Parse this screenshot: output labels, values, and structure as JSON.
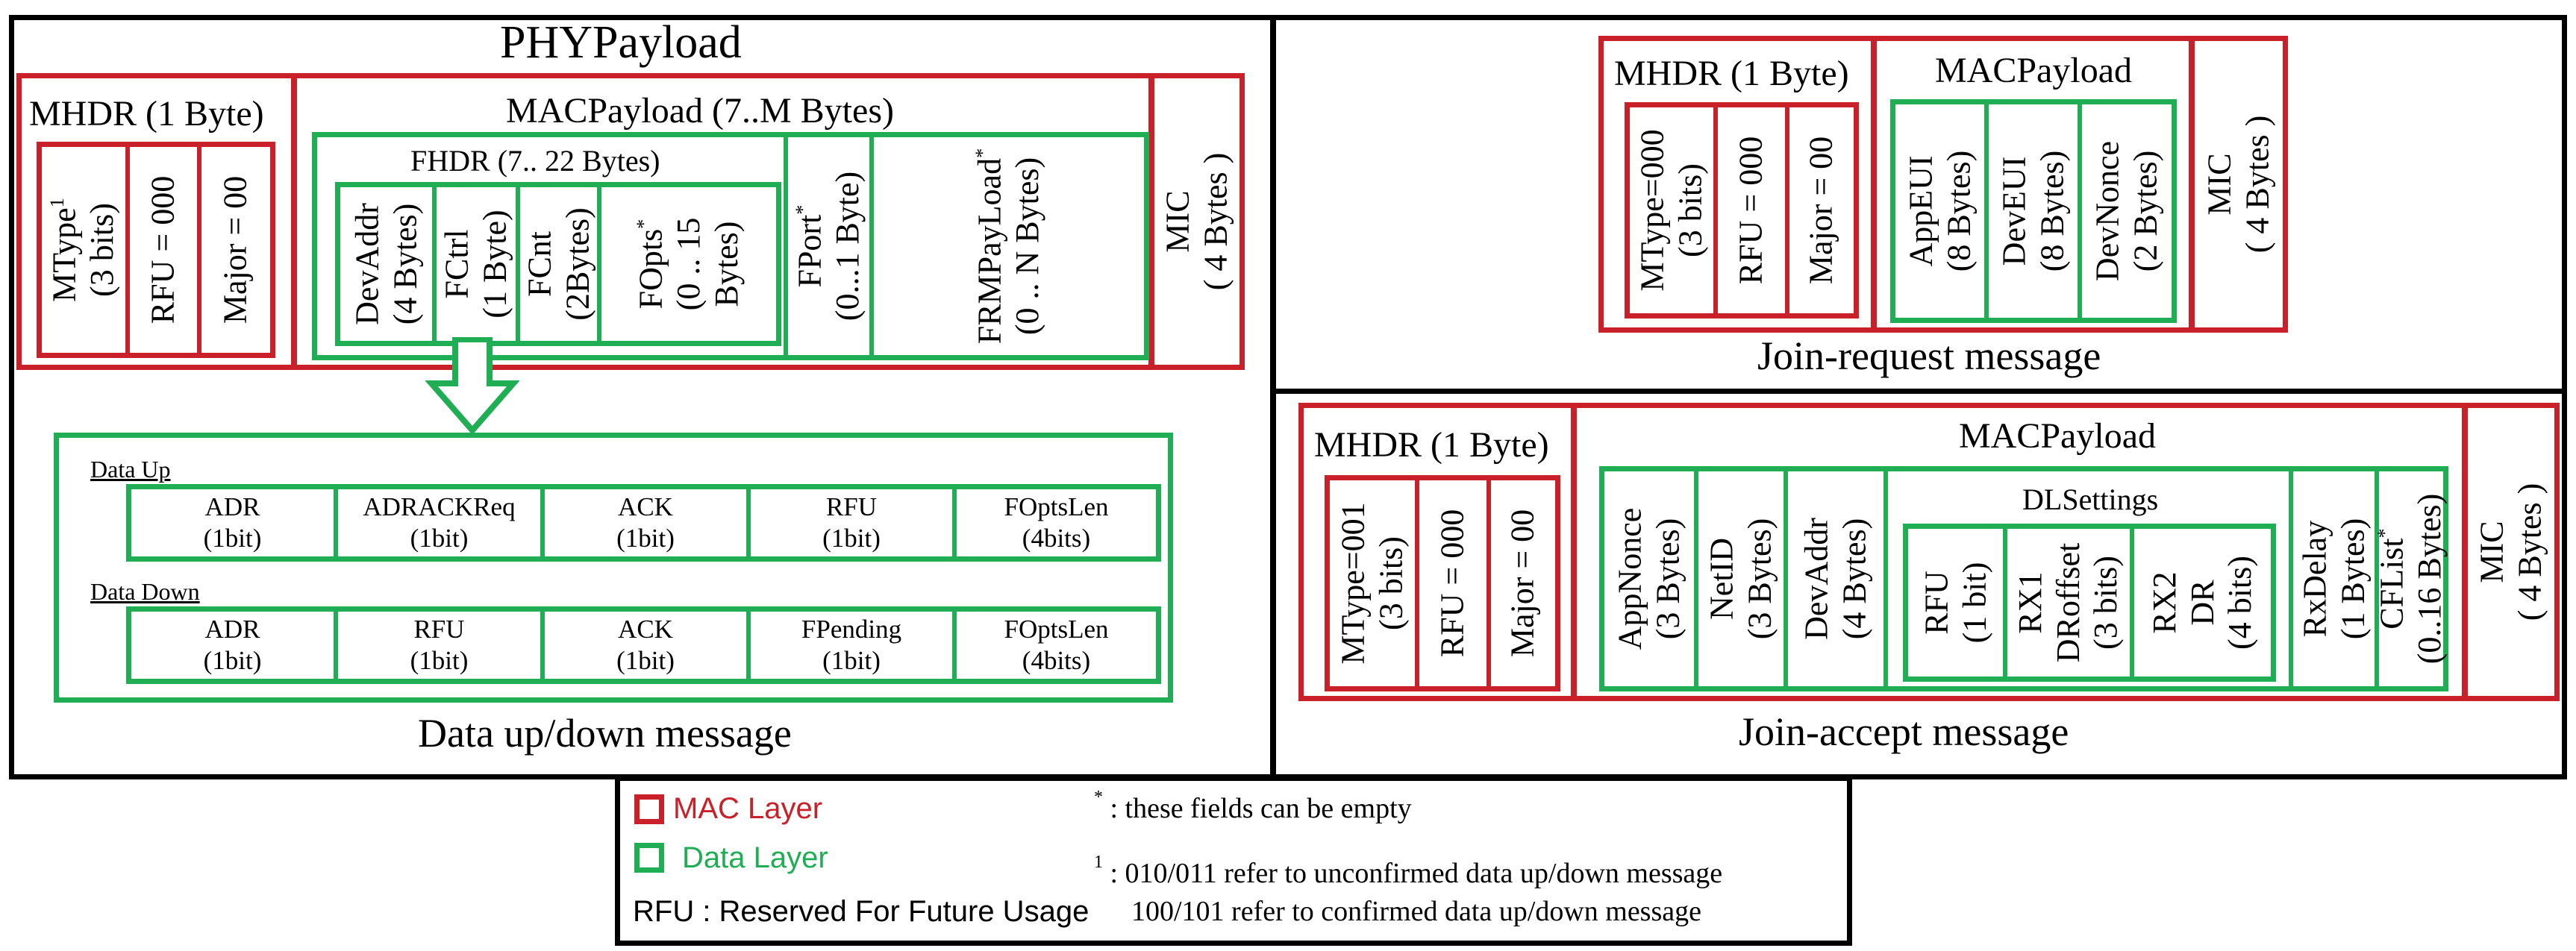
{
  "data_msg": {
    "title": "PHYPayload",
    "mhdr": {
      "label": "MHDR (1 Byte)",
      "mtype_line1": "MType",
      "mtype_sup": "1",
      "mtype_line2": "(3 bits)",
      "rfu": "RFU = 000",
      "major": "Major = 00"
    },
    "mac": {
      "label": "MACPayload (7..M  Bytes)",
      "fhdr": {
        "label": "FHDR (7.. 22  Bytes)",
        "devaddr_line1": "DevAddr",
        "devaddr_line2": "(4 Bytes)",
        "fctrl_line1": "FCtrl",
        "fctrl_line2": "(1 Byte)",
        "fcnt_line1": "FCnt",
        "fcnt_line2": "(2Bytes)",
        "fopts_line1": "FOpts",
        "fopts_sup": "*",
        "fopts_line2": "(0 .. 15",
        "fopts_line3": "Bytes)"
      },
      "fport_line1": "FPort",
      "fport_sup": "*",
      "fport_line2": "(0...1 Byte)",
      "frm_line1": "FRMPayLoad",
      "frm_sup": "*",
      "frm_line2": "(0 .. N Bytes)"
    },
    "mic_line1": "MIC",
    "mic_line2": "( 4 Bytes )",
    "fctrl": {
      "up_label": "Data Up",
      "up_cells": [
        {
          "name": "ADR",
          "bits": "(1bit)"
        },
        {
          "name": "ADRACKReq",
          "bits": "(1bit)"
        },
        {
          "name": "ACK",
          "bits": "(1bit)"
        },
        {
          "name": "RFU",
          "bits": "(1bit)"
        },
        {
          "name": "FOptsLen",
          "bits": "(4bits)"
        }
      ],
      "down_label": "Data Down",
      "down_cells": [
        {
          "name": "ADR",
          "bits": "(1bit)"
        },
        {
          "name": "RFU",
          "bits": "(1bit)"
        },
        {
          "name": "ACK",
          "bits": "(1bit)"
        },
        {
          "name": "FPending",
          "bits": "(1bit)"
        },
        {
          "name": "FOptsLen",
          "bits": "(4bits)"
        }
      ]
    },
    "caption": "Data up/down message"
  },
  "join_request": {
    "mhdr": {
      "label": "MHDR (1 Byte)",
      "mtype_line1": "MType=000",
      "mtype_line2": "(3 bits)",
      "rfu": "RFU = 000",
      "major": "Major = 00"
    },
    "mac_label": "MACPayload",
    "appeui_line1": "AppEUI",
    "appeui_line2": "(8 Bytes)",
    "deveui_line1": "DevEUI",
    "deveui_line2": "(8 Bytes)",
    "devnonce_line1": "DevNonce",
    "devnonce_line2": "(2 Bytes)",
    "mic_line1": "MIC",
    "mic_line2": "( 4 Bytes )",
    "caption": "Join-request message"
  },
  "join_accept": {
    "mhdr": {
      "label": "MHDR (1 Byte)",
      "mtype_line1": "MType=001",
      "mtype_line2": "(3 bits)",
      "rfu": "RFU = 000",
      "major": "Major = 00"
    },
    "mac_label": "MACPayload",
    "appnonce_line1": "AppNonce",
    "appnonce_line2": "(3 Bytes)",
    "netid_line1": "NetID",
    "netid_line2": "(3 Bytes)",
    "devaddr_line1": "DevAddr",
    "devaddr_line2": "(4 Bytes)",
    "dlsettings": {
      "label": "DLSettings",
      "rfu_line1": "RFU",
      "rfu_line2": "(1 bit)",
      "rx1_line1": "RX1",
      "rx1_line2": "DRoffset",
      "rx1_line3": "(3 bits)",
      "rx2_line1": "RX2",
      "rx2_line2": "DR",
      "rx2_line3": "(4 bits)"
    },
    "rxdelay_line1": "RxDelay",
    "rxdelay_line2": "(1 Bytes)",
    "cflist_line1": "CFList",
    "cflist_sup": "*",
    "cflist_line2": "(0..16 Bytes)",
    "mic_line1": "MIC",
    "mic_line2": "( 4 Bytes )",
    "caption": "Join-accept message"
  },
  "legend": {
    "mac_layer": "MAC Layer",
    "data_layer": "Data Layer",
    "rfu_note": "RFU : Reserved For Future Usage",
    "star_sup": "*",
    "star_note": ": these fields can be empty",
    "one_sup": "1",
    "one_note_line1": ": 010/011 refer to unconfirmed data up/down message",
    "one_note_line2": "100/101 refer to confirmed data up/down message"
  },
  "colors": {
    "mac_layer": "#c9202a",
    "data_layer": "#1fae54",
    "outline": "#000000"
  }
}
